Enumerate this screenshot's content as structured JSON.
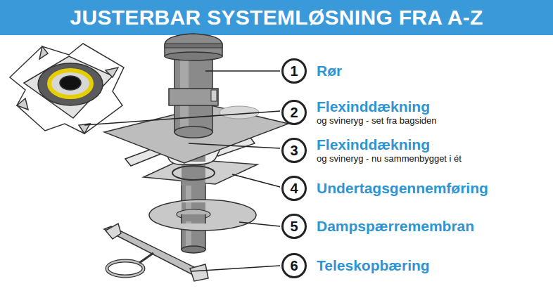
{
  "diagram": {
    "title": "JUSTERBAR SYSTEMLØSNING FRA A-Z",
    "nodes": [
      {
        "text": [
          "1",
          "Rør"
        ]
      },
      {
        "text": [
          "2",
          "Flexinddækning",
          "og svineryg - set fra bagsiden"
        ]
      },
      {
        "text": [
          "3",
          "Flexinddækning",
          "og svineryg - nu sammenbygget i ét"
        ]
      },
      {
        "text": [
          "4",
          "Undertagsgennemføring"
        ]
      },
      {
        "text": [
          "5",
          "Dampspærremembran"
        ]
      },
      {
        "text": [
          "6",
          "Teleskopbæring"
        ]
      }
    ]
  }
}
